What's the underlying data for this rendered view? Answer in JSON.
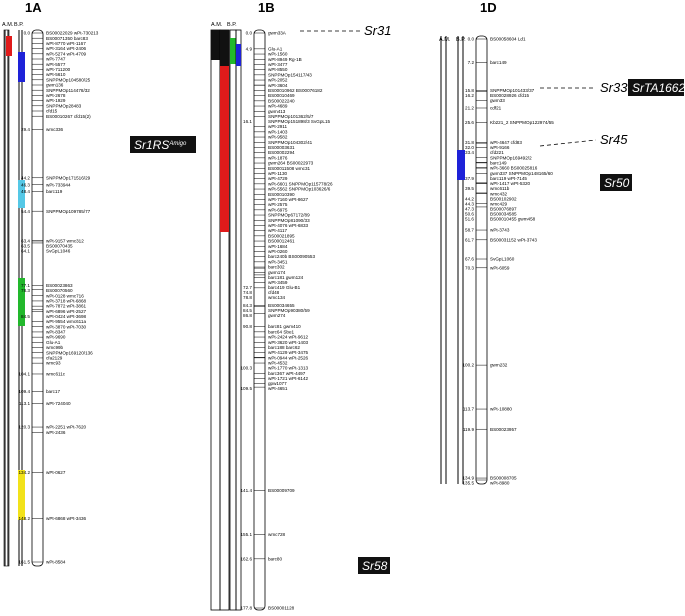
{
  "headers": {
    "am": "A.M.",
    "bp": "B.P."
  },
  "chromosomes": [
    {
      "id": "1A",
      "title": "1A",
      "markers": [
        {
          "pos": "0.0",
          "name": "BS00022029  wPt-730213"
        },
        {
          "pos": "",
          "name": "BS00071350  barc83"
        },
        {
          "pos": "",
          "name": "wPt-8770  wPt-1167"
        },
        {
          "pos": "",
          "name": "wPt-3164  wPt-2406"
        },
        {
          "pos": "",
          "name": "wPt-5274  wPt-4709"
        },
        {
          "pos": "",
          "name": "wPt-7747"
        },
        {
          "pos": "",
          "name": "wPt-5577"
        },
        {
          "pos": "",
          "name": "wPt-711200"
        },
        {
          "pos": "",
          "name": "wPt-5610"
        },
        {
          "pos": "",
          "name": "SNPPMOp104580/25"
        },
        {
          "pos": "",
          "name": "gwm136"
        },
        {
          "pos": "",
          "name": "SNPPMOp114478/32"
        },
        {
          "pos": "",
          "name": "wPt-2678"
        },
        {
          "pos": "",
          "name": "wPt-1929"
        },
        {
          "pos": "",
          "name": "SNPPMOp28483"
        },
        {
          "pos": "",
          "name": "cfd15"
        },
        {
          "pos": "",
          "name": "BS00010267  cfd15(2)"
        },
        {
          "pos": "29.4",
          "name": "wmc336"
        },
        {
          "pos": "44.2",
          "name": "SNPPMOp171516/29"
        },
        {
          "pos": "46.3",
          "name": "wPt-733944"
        },
        {
          "pos": "48.4",
          "name": "barc119"
        },
        {
          "pos": "54.4",
          "name": "SNPPMOp109785/77"
        },
        {
          "pos": "63.4",
          "name": "wPt-9157  wmc312"
        },
        {
          "pos": "63.5",
          "name": "BS00070435"
        },
        {
          "pos": "64.1",
          "name": "SvGpL1046"
        },
        {
          "pos": "77.1",
          "name": "BS00023863"
        },
        {
          "pos": "78.3",
          "name": "BS00070560"
        },
        {
          "pos": "",
          "name": "wPt-0128  wmc716"
        },
        {
          "pos": "",
          "name": "wPt-3718  wPt-6868"
        },
        {
          "pos": "",
          "name": "wPt-7872  wPt-3861"
        },
        {
          "pos": "",
          "name": "wPt-6896  wPt-2527"
        },
        {
          "pos": "84.5",
          "name": "wPt-0424  wPt-3698"
        },
        {
          "pos": "",
          "name": "wPt-9554  wmc611a"
        },
        {
          "pos": "",
          "name": "wPt-3870  wPt-7030"
        },
        {
          "pos": "",
          "name": "wPt-8347"
        },
        {
          "pos": "",
          "name": "wPt-9690"
        },
        {
          "pos": "",
          "name": "Glu-A1"
        },
        {
          "pos": "",
          "name": "wmc99b"
        },
        {
          "pos": "",
          "name": "SNPPMOp169120/136"
        },
        {
          "pos": "",
          "name": "cfa2129"
        },
        {
          "pos": "",
          "name": "wmc93"
        },
        {
          "pos": "104.1",
          "name": "wmc611c"
        },
        {
          "pos": "109.4",
          "name": "barc17"
        },
        {
          "pos": "113.1",
          "name": "wPt-724040"
        },
        {
          "pos": "120.3",
          "name": "wPt-2251  wPt-7620"
        },
        {
          "pos": "",
          "name": "wPt-2436"
        },
        {
          "pos": "134.2",
          "name": "wPt-0627"
        },
        {
          "pos": "148.2",
          "name": "wPt-6868  wPt-3436"
        },
        {
          "pos": "161.5",
          "name": "wPt-8584"
        }
      ]
    },
    {
      "id": "1B",
      "title": "1B",
      "markers": [
        {
          "pos": "0.0",
          "name": "gwm33A"
        },
        {
          "pos": "4.9",
          "name": "Glu-A1"
        },
        {
          "pos": "",
          "name": "wPt-1560"
        },
        {
          "pos": "",
          "name": "wPt-8949  Rg-1B"
        },
        {
          "pos": "",
          "name": "wPt-3477"
        },
        {
          "pos": "",
          "name": "wPt-8550"
        },
        {
          "pos": "",
          "name": "SNPPMOp154117/43"
        },
        {
          "pos": "",
          "name": "wPt-2052"
        },
        {
          "pos": "",
          "name": "wPt-3604"
        },
        {
          "pos": "",
          "name": "BS00010962  BS00076182"
        },
        {
          "pos": "",
          "name": "BS00010469"
        },
        {
          "pos": "",
          "name": "BS00022240"
        },
        {
          "pos": "",
          "name": "wPt-4689"
        },
        {
          "pos": "",
          "name": "gwm413"
        },
        {
          "pos": "",
          "name": "SNPPMOp101362/5/7"
        },
        {
          "pos": "16.1",
          "name": "SNPPMOp151898/3  SvGpL15"
        },
        {
          "pos": "",
          "name": "wPt-2911"
        },
        {
          "pos": "",
          "name": "wPt-1403"
        },
        {
          "pos": "",
          "name": "wPt-9582"
        },
        {
          "pos": "",
          "name": "SNPPMOp104302/41"
        },
        {
          "pos": "",
          "name": "BS00003631"
        },
        {
          "pos": "",
          "name": "BS00002294"
        },
        {
          "pos": "",
          "name": "wPt-1876"
        },
        {
          "pos": "",
          "name": "gwm264  BS00022973"
        },
        {
          "pos": "",
          "name": "BS00011508  wmc31"
        },
        {
          "pos": "",
          "name": "wPt-1130"
        },
        {
          "pos": "",
          "name": "wPt-4729"
        },
        {
          "pos": "",
          "name": "wPt-6601  SNPPMOp115778/26"
        },
        {
          "pos": "",
          "name": "wPt-5562  SNPPMOp103626/6"
        },
        {
          "pos": "",
          "name": "BS00010390"
        },
        {
          "pos": "",
          "name": "wPt-7160  wPt-8627"
        },
        {
          "pos": "",
          "name": "wPt-2575"
        },
        {
          "pos": "",
          "name": "wPt-6975"
        },
        {
          "pos": "",
          "name": "SNPPMOp67172/89"
        },
        {
          "pos": "",
          "name": "SNPPMOp81090/33"
        },
        {
          "pos": "",
          "name": "wPt-4076  wPt-6833"
        },
        {
          "pos": "",
          "name": "wPt-4117"
        },
        {
          "pos": "",
          "name": "BS00021895"
        },
        {
          "pos": "",
          "name": "BS00012461"
        },
        {
          "pos": "",
          "name": "wPt-1684"
        },
        {
          "pos": "",
          "name": "wPt-0260"
        },
        {
          "pos": "",
          "name": "barc240b  BS00090553"
        },
        {
          "pos": "",
          "name": "wPt-3451"
        },
        {
          "pos": "",
          "name": "barc302"
        },
        {
          "pos": "",
          "name": "gwm174"
        },
        {
          "pos": "",
          "name": "barc181  gwm124"
        },
        {
          "pos": "",
          "name": "wPt-3459"
        },
        {
          "pos": "72.7",
          "name": "barc419  Glu-B1"
        },
        {
          "pos": "74.8",
          "name": "cfd48"
        },
        {
          "pos": "78.8",
          "name": "wmc134"
        },
        {
          "pos": "84.3",
          "name": "BS00034655"
        },
        {
          "pos": "84.5",
          "name": "SNPPMOp90380/59"
        },
        {
          "pos": "86.8",
          "name": "gwm274"
        },
        {
          "pos": "90.8",
          "name": "barc81  gwm410"
        },
        {
          "pos": "",
          "name": "barc64  Sbe1"
        },
        {
          "pos": "",
          "name": "wPt-2424  wPt-9612"
        },
        {
          "pos": "",
          "name": "wPt-3620  wPt-1403"
        },
        {
          "pos": "",
          "name": "barc188  barc62"
        },
        {
          "pos": "",
          "name": "wPt-4129  wPt-3475"
        },
        {
          "pos": "",
          "name": "wPt-0944  wPt-2526"
        },
        {
          "pos": "",
          "name": "wPt-4532"
        },
        {
          "pos": "100.3",
          "name": "wPt-1770  wPt-1313"
        },
        {
          "pos": "",
          "name": "barc367  wPt-4497"
        },
        {
          "pos": "",
          "name": "wPt-1721  wPt-6142"
        },
        {
          "pos": "",
          "name": "gpw1077"
        },
        {
          "pos": "109.5",
          "name": "wPt-4651"
        },
        {
          "pos": "141.4",
          "name": "BS00009709"
        },
        {
          "pos": "155.1",
          "name": "wmc728"
        },
        {
          "pos": "162.6",
          "name": "barc80"
        },
        {
          "pos": "177.8",
          "name": "BS00001128"
        }
      ]
    },
    {
      "id": "1D",
      "title": "1D",
      "markers": [
        {
          "pos": "0.0",
          "name": "BS00058604  Ld1"
        },
        {
          "pos": "7.2",
          "name": "barc149"
        },
        {
          "pos": "15.8",
          "name": "SNPPMOp101433/37"
        },
        {
          "pos": "16.2",
          "name": "BS00028926  cfd15"
        },
        {
          "pos": "",
          "name": "gwm33"
        },
        {
          "pos": "21.2",
          "name": "cdf21"
        },
        {
          "pos": "25.6",
          "name": "Kb221_2  SNPPMOp122974/55"
        },
        {
          "pos": "31.8",
          "name": "wPt-4647  cfd83"
        },
        {
          "pos": "32.0",
          "name": "wPt-9166"
        },
        {
          "pos": "33.4",
          "name": "cfd221"
        },
        {
          "pos": "",
          "name": "SNPPMOp169492/2"
        },
        {
          "pos": "",
          "name": "barc149"
        },
        {
          "pos": "",
          "name": "wPt-3660  BS00025816"
        },
        {
          "pos": "",
          "name": "gwm337  SNPPMOp148165/60"
        },
        {
          "pos": "37.9",
          "name": "barc119  wPt-7145"
        },
        {
          "pos": "",
          "name": "wPt-1417  wPt-5320"
        },
        {
          "pos": "39.5",
          "name": "wmc611b"
        },
        {
          "pos": "",
          "name": "wmc432"
        },
        {
          "pos": "44.2",
          "name": "BS00102902"
        },
        {
          "pos": "44.3",
          "name": "wmc429"
        },
        {
          "pos": "47.3",
          "name": "BS00076897"
        },
        {
          "pos": "50.6",
          "name": "BS00034585"
        },
        {
          "pos": "51.6",
          "name": "BS00010455  gwm458"
        },
        {
          "pos": "58.7",
          "name": "wPt-3743"
        },
        {
          "pos": "61.7",
          "name": "BS00031152  wPt-3743"
        },
        {
          "pos": "67.6",
          "name": "SvGpL1060"
        },
        {
          "pos": "70.3",
          "name": "wPt-6059"
        },
        {
          "pos": "100.2",
          "name": "gwm232"
        },
        {
          "pos": "113.7",
          "name": "wPt-10880"
        },
        {
          "pos": "119.9",
          "name": "BS00023957"
        },
        {
          "pos": "134.9",
          "name": "BS00008705"
        },
        {
          "pos": "135.5",
          "name": "wPt-8980"
        }
      ]
    }
  ],
  "labels": {
    "sr31": "Sr31",
    "sr33": "Sr33",
    "srta": "SrTA1662",
    "sr45": "Sr45",
    "sr50": "Sr50",
    "sr58": "Sr58",
    "sr1rs": "Sr1RS",
    "sr1rs_sup": "Amigo"
  },
  "colors": {
    "red": "#e01b1b",
    "blue": "#1e22d8",
    "cyan": "#55c8e6",
    "green": "#22b82c",
    "yellow": "#f2e21a",
    "black": "#111111"
  }
}
